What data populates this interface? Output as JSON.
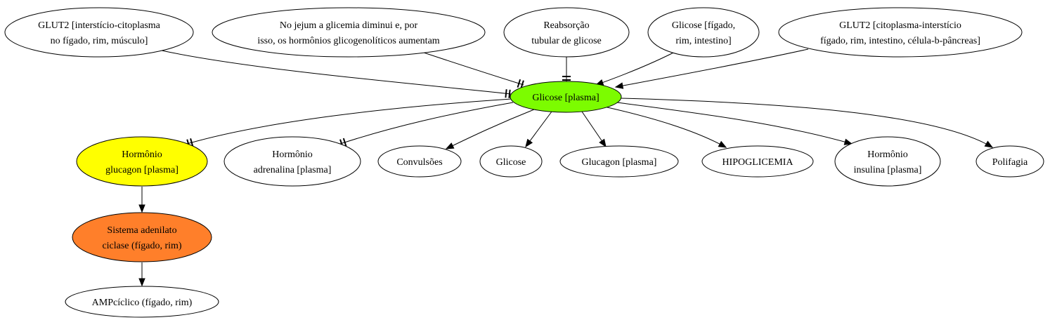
{
  "nodes": [
    {
      "id": "glut2_in",
      "lines": [
        "GLUT2 [interstício-citoplasma",
        "no fígado, rim, músculo]"
      ],
      "fill": "#ffffff"
    },
    {
      "id": "jejum",
      "lines": [
        "No jejum a glicemia diminui e, por",
        "isso, os hormônios glicogenolíticos aumentam"
      ],
      "fill": "#ffffff"
    },
    {
      "id": "reabsorcao",
      "lines": [
        "Reabsorção",
        "tubular de glicose"
      ],
      "fill": "#ffffff"
    },
    {
      "id": "glicose_org",
      "lines": [
        "Glicose [fígado,",
        "rim, intestino]"
      ],
      "fill": "#ffffff"
    },
    {
      "id": "glut2_out",
      "lines": [
        "GLUT2 [citoplasma-interstício",
        "fígado, rim, intestino, célula-b-pâncreas]"
      ],
      "fill": "#ffffff"
    },
    {
      "id": "glicose_plasma",
      "lines": [
        "Glicose [plasma]"
      ],
      "fill": "#7cfc00"
    },
    {
      "id": "glucagon_hormonio",
      "lines": [
        "Hormônio",
        "glucagon [plasma]"
      ],
      "fill": "#ffff00"
    },
    {
      "id": "adrenalina",
      "lines": [
        "Hormônio",
        "adrenalina [plasma]"
      ],
      "fill": "#ffffff"
    },
    {
      "id": "convulsoes",
      "lines": [
        "Convulsões"
      ],
      "fill": "#ffffff"
    },
    {
      "id": "glicose",
      "lines": [
        "Glicose"
      ],
      "fill": "#ffffff"
    },
    {
      "id": "glucagon_plasma",
      "lines": [
        "Glucagon [plasma]"
      ],
      "fill": "#ffffff"
    },
    {
      "id": "hipoglicemia",
      "lines": [
        "HIPOGLICEMIA"
      ],
      "fill": "#ffffff"
    },
    {
      "id": "insulina",
      "lines": [
        "Hormônio",
        "insulina [plasma]"
      ],
      "fill": "#ffffff"
    },
    {
      "id": "polifagia",
      "lines": [
        "Polifagia"
      ],
      "fill": "#ffffff"
    },
    {
      "id": "adenilato",
      "lines": [
        "Sistema adenilato",
        "ciclase (fígado, rim)"
      ],
      "fill": "#ff7f2a"
    },
    {
      "id": "ampc",
      "lines": [
        "AMPcíclico (fígado, rim)"
      ],
      "fill": "#ffffff"
    }
  ],
  "edges": [
    {
      "from": "glut2_in",
      "to": "glicose_plasma",
      "type": "inhibit"
    },
    {
      "from": "jejum",
      "to": "glicose_plasma",
      "type": "inhibit"
    },
    {
      "from": "reabsorcao",
      "to": "glicose_plasma",
      "type": "inhibit"
    },
    {
      "from": "glicose_org",
      "to": "glicose_plasma",
      "type": "activate"
    },
    {
      "from": "glut2_out",
      "to": "glicose_plasma",
      "type": "activate"
    },
    {
      "from": "glicose_plasma",
      "to": "glucagon_hormonio",
      "type": "inhibit"
    },
    {
      "from": "glicose_plasma",
      "to": "adrenalina",
      "type": "inhibit"
    },
    {
      "from": "glicose_plasma",
      "to": "convulsoes",
      "type": "activate"
    },
    {
      "from": "glicose_plasma",
      "to": "glicose",
      "type": "activate"
    },
    {
      "from": "glicose_plasma",
      "to": "glucagon_plasma",
      "type": "activate"
    },
    {
      "from": "glicose_plasma",
      "to": "hipoglicemia",
      "type": "activate"
    },
    {
      "from": "glicose_plasma",
      "to": "insulina",
      "type": "activate"
    },
    {
      "from": "glicose_plasma",
      "to": "polifagia",
      "type": "activate"
    },
    {
      "from": "glucagon_hormonio",
      "to": "adenilato",
      "type": "activate"
    },
    {
      "from": "adenilato",
      "to": "ampc",
      "type": "activate"
    }
  ]
}
